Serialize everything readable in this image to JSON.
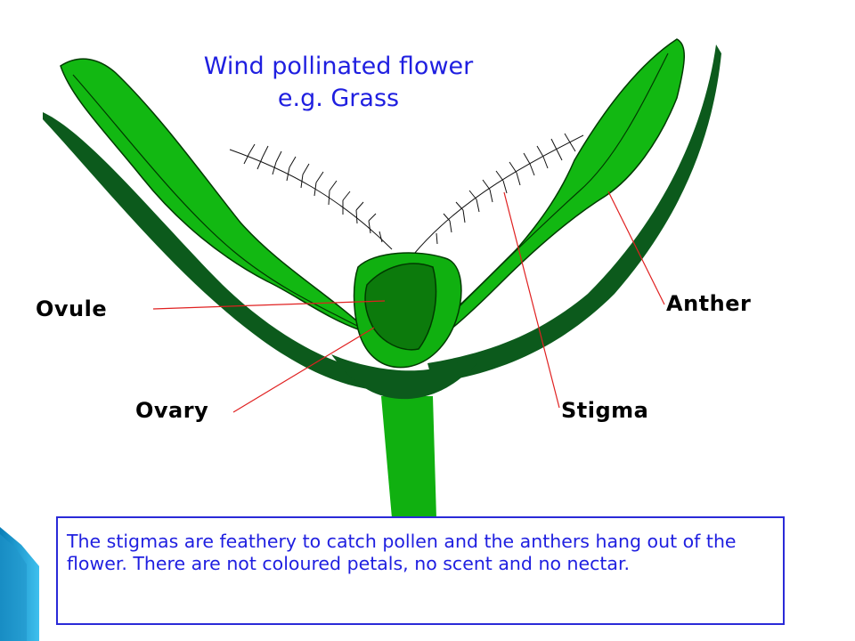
{
  "title": {
    "line1": "Wind pollinated flower",
    "line2": "e.g. Grass"
  },
  "labels": {
    "ovule": "Ovule",
    "ovary": "Ovary",
    "stigma": "Stigma",
    "anther": "Anther"
  },
  "caption": "The stigmas are feathery to catch pollen and the anthers hang out of the flower. There are not coloured petals, no scent and no nectar.",
  "colors": {
    "light_green": "#0fbb0f",
    "mid_green": "#10a010",
    "dark_green": "#0c5a1c",
    "ovule_green": "#0c7a0c",
    "leader_line": "#e02020",
    "title_blue": "#1f1fe0",
    "slide_accent": "#2ab0e4"
  }
}
